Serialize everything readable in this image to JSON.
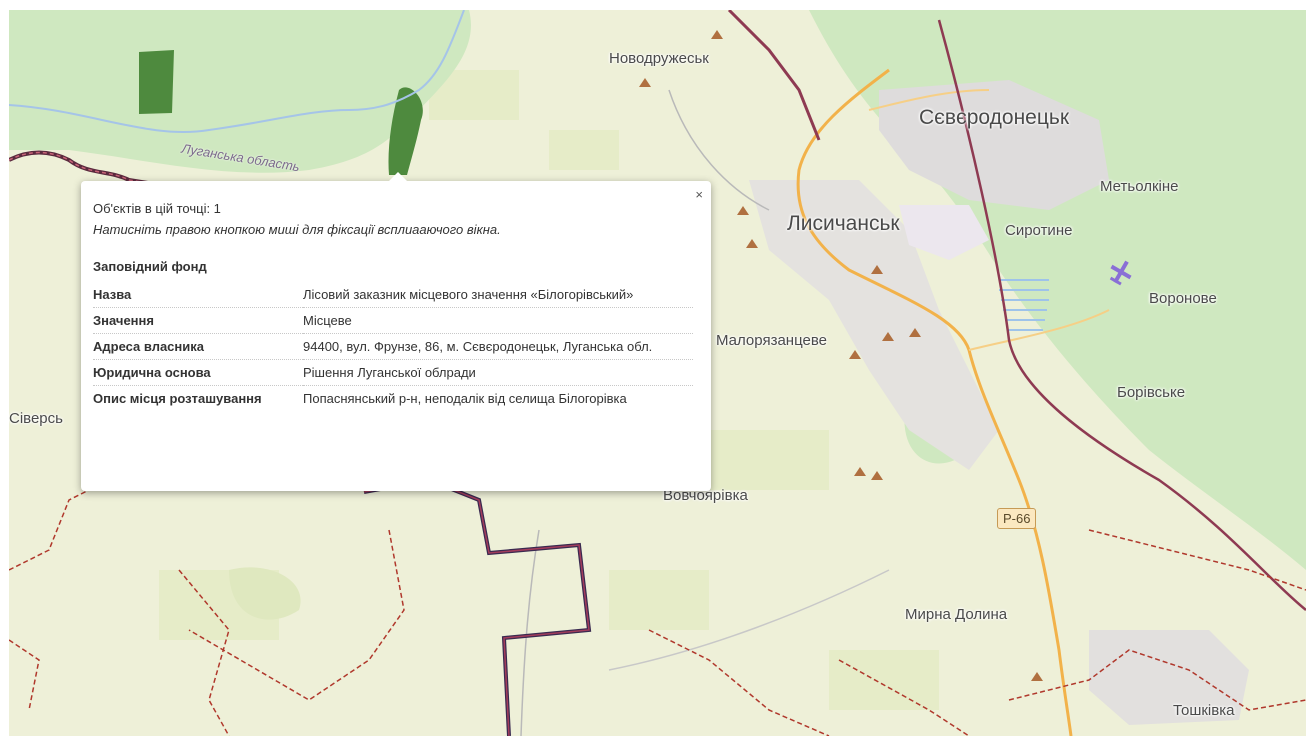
{
  "map": {
    "places": [
      {
        "id": "novodruzhesk",
        "name": "Новодружеськ"
      },
      {
        "id": "sievierodonetsk",
        "name": "Сєвєродонецьк"
      },
      {
        "id": "lysychansk",
        "name": "Лисичанськ"
      },
      {
        "id": "metolkine",
        "name": "Метьолкіне"
      },
      {
        "id": "syrotyne",
        "name": "Сиротине"
      },
      {
        "id": "voronove",
        "name": "Воронове"
      },
      {
        "id": "maloriazantseve",
        "name": "Малорязанцеве"
      },
      {
        "id": "borivske",
        "name": "Борівське"
      },
      {
        "id": "siverske",
        "name": "Сіверсь"
      },
      {
        "id": "vovchoiarivka",
        "name": "Вовчоярівка"
      },
      {
        "id": "myrna_dolyna",
        "name": "Мирна Долина"
      },
      {
        "id": "toshkivka",
        "name": "Тошківка"
      }
    ],
    "oblast_label": "Луганська область",
    "road_shield": "Р-66"
  },
  "popup": {
    "close": "×",
    "objects_count": "Об'єктів в цій точці: 1",
    "hint": "Натисніть правою кнопкою миші для фіксації всплиааючого вікна.",
    "fund_title": "Заповідний фонд",
    "rows": [
      {
        "key": "Назва",
        "value": "Лісовий заказник місцевого значення «Білогорівський»"
      },
      {
        "key": "Значення",
        "value": "Місцеве"
      },
      {
        "key": "Адреса власника",
        "value": "94400, вул. Фрунзе, 86, м. Сєвєродонецьк, Луганська обл."
      },
      {
        "key": "Юридична основа",
        "value": "Рішення Луганської облради"
      },
      {
        "key": "Опис місця розташування",
        "value": "Попаснянський р-н, неподалік від селища Білогорівка"
      }
    ]
  },
  "colors": {
    "forest": "#cfe8c0",
    "forest_dark": "#4e8a3e",
    "urban": "#dedcdc",
    "water": "#a5c4e8",
    "boundary_oblast": "#8e3a52",
    "boundary_district": "#b0382c",
    "road_major": "#f2b24a"
  }
}
